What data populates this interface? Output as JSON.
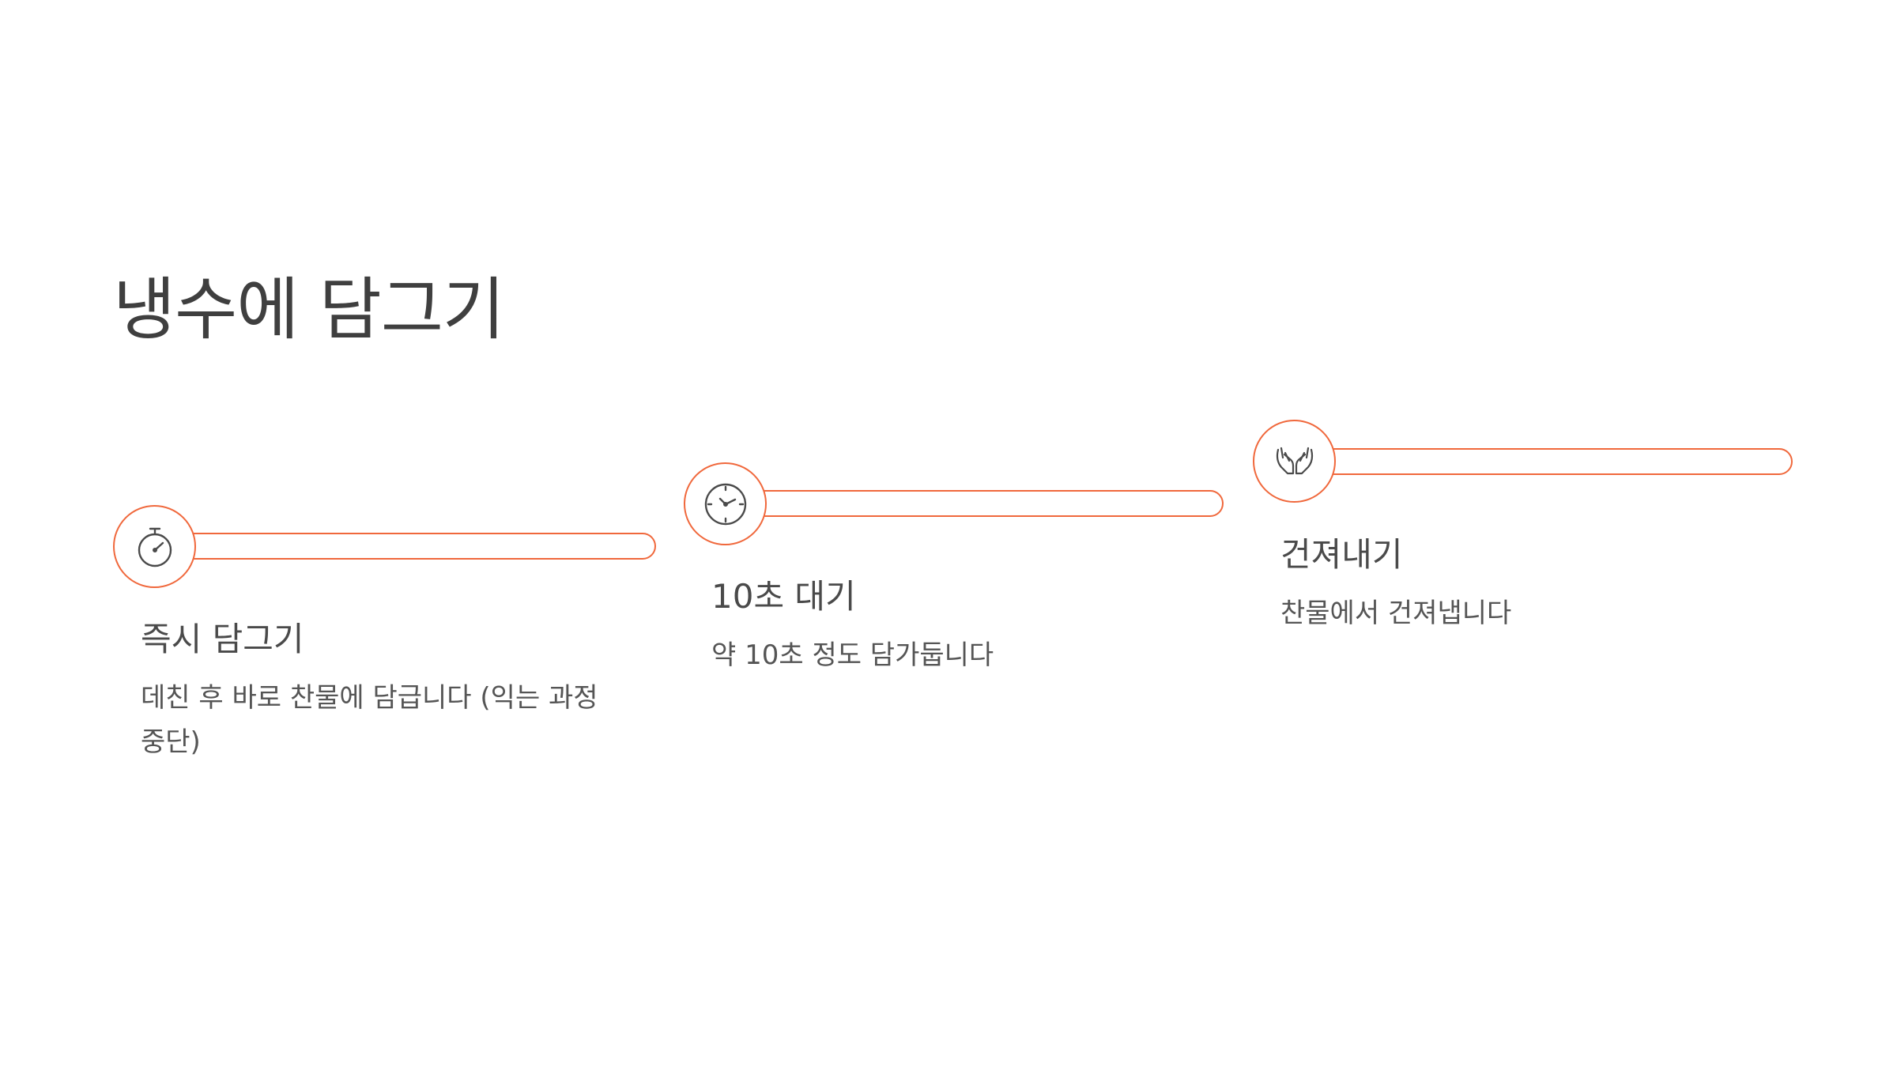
{
  "slide": {
    "title": "냉수에 담그기"
  },
  "accent_color": "#f0683c",
  "steps": [
    {
      "icon": "stopwatch-icon",
      "title": "즉시 담그기",
      "description": "데친 후 바로 찬물에 담급니다 (익는 과정 중단)"
    },
    {
      "icon": "clock-icon",
      "title": "10초 대기",
      "description": "약 10초 정도 담가둡니다"
    },
    {
      "icon": "hands-icon",
      "title": "건져내기",
      "description": "찬물에서 건져냅니다"
    }
  ]
}
